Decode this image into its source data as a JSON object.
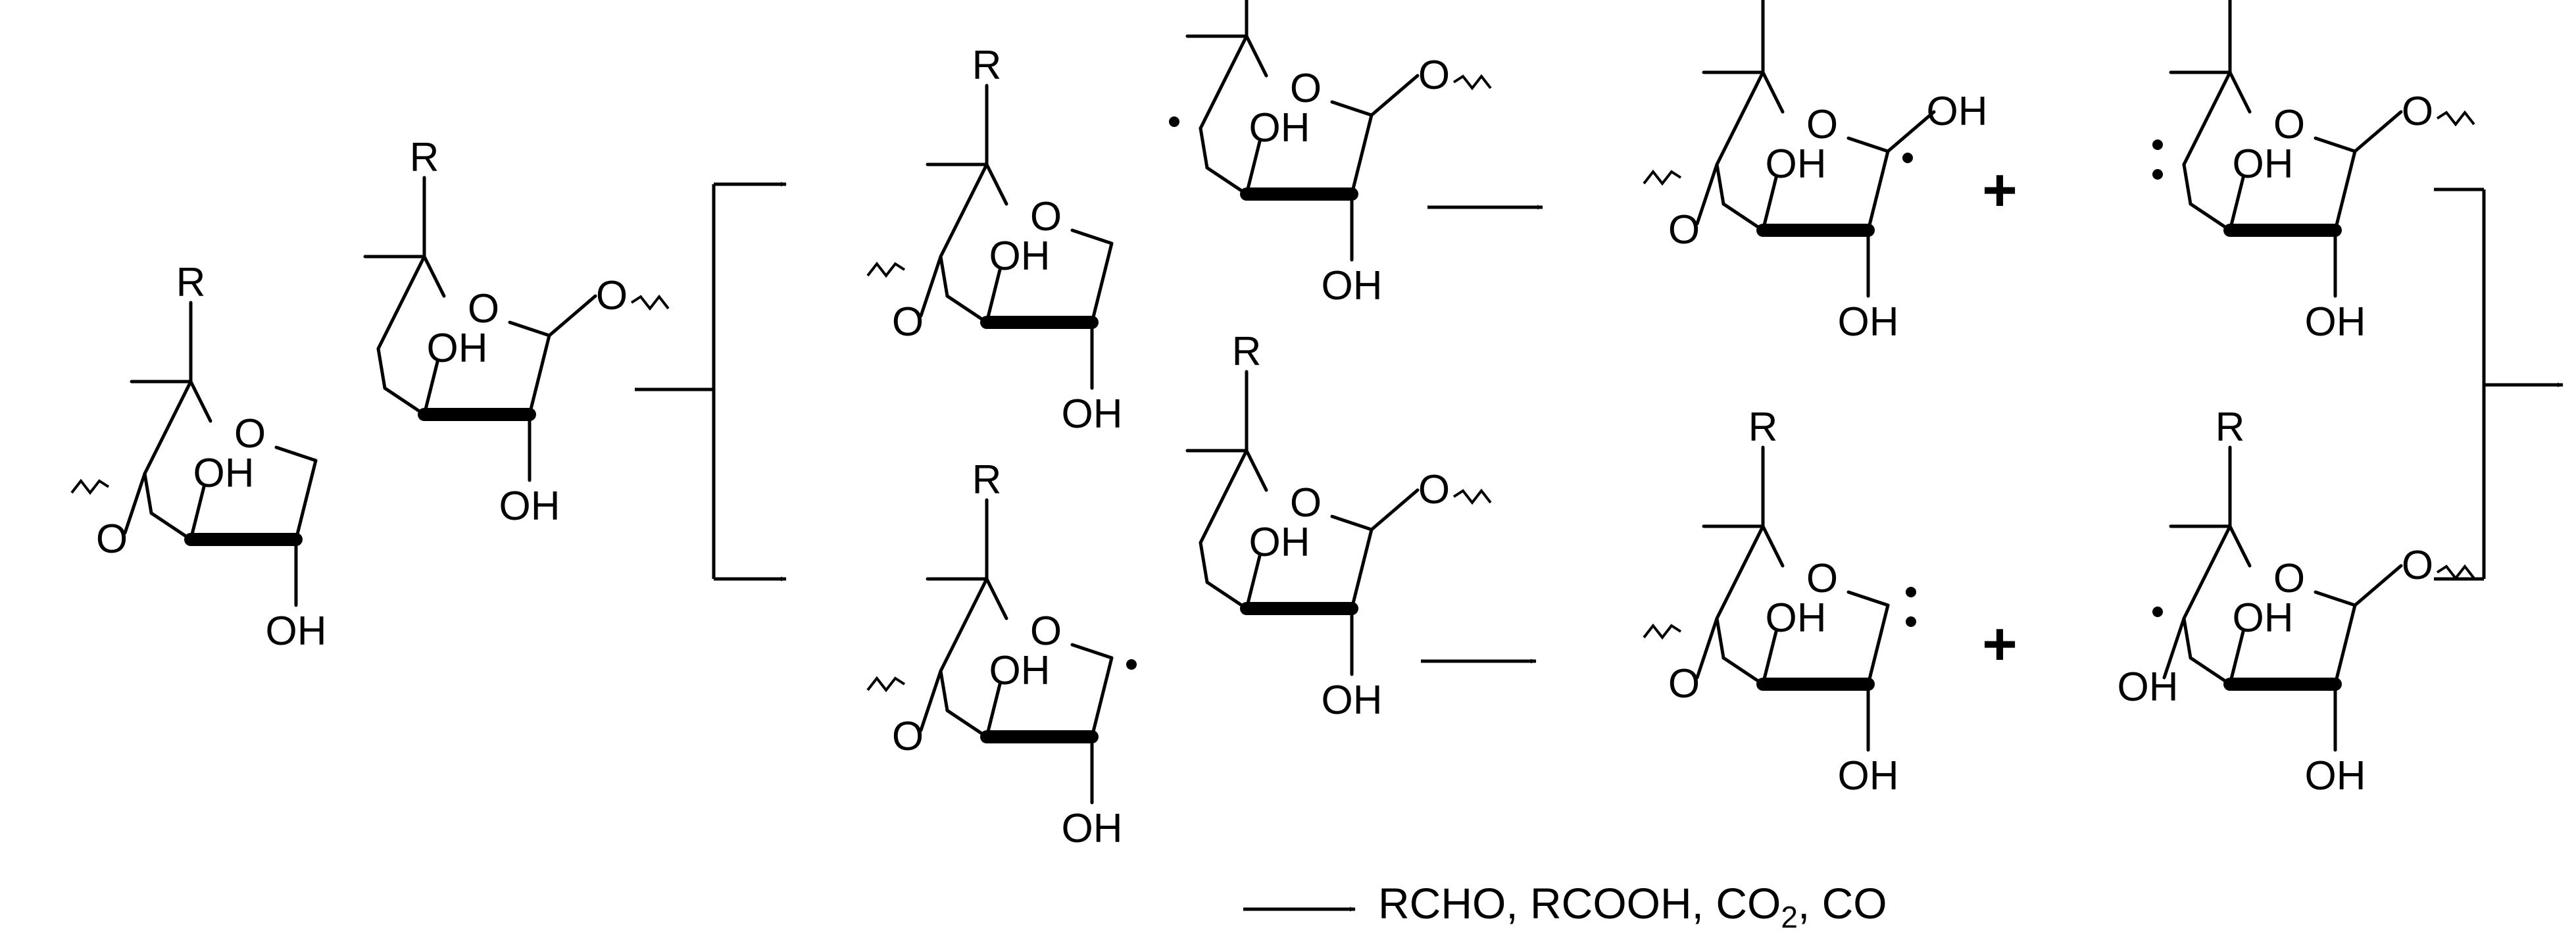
{
  "labels": {
    "r": "R",
    "o": "O",
    "oh": "OH",
    "plus": "+"
  },
  "byproducts": {
    "prefix": "RCHO, RCOOH, CO",
    "subscript": "2",
    "suffix": ", CO"
  },
  "colors": {
    "ink": "#000000",
    "background": "#ffffff"
  }
}
